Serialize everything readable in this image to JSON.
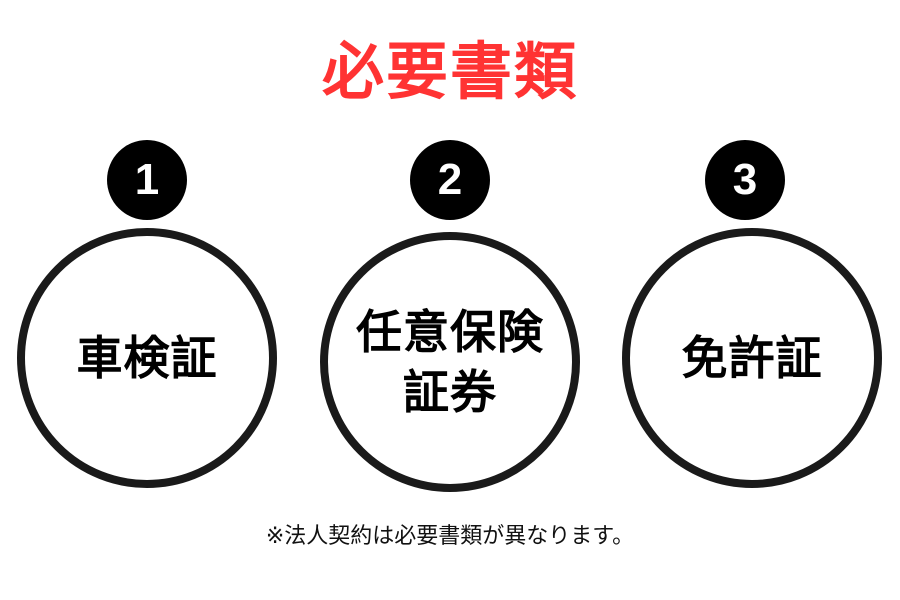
{
  "title": "必要書類",
  "colors": {
    "title": "#ff3333",
    "badge": "#000000",
    "circle_border": "#1a1a1a"
  },
  "items": [
    {
      "number": "1",
      "label": "車検証"
    },
    {
      "number": "2",
      "label": "任意保険\n証券"
    },
    {
      "number": "3",
      "label": "免許証"
    }
  ],
  "note": "※法人契約は必要書類が異なります。"
}
